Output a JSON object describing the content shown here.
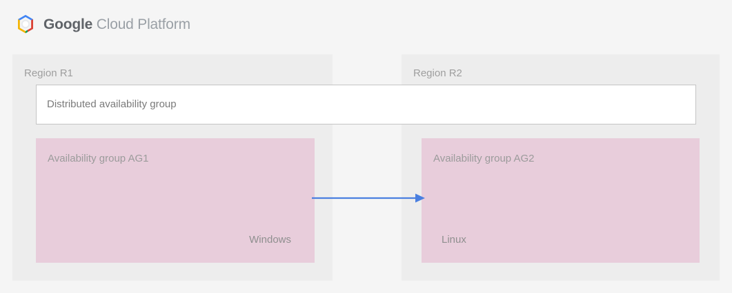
{
  "header": {
    "logo_icon": "google-cloud-platform-hexagon-logo",
    "brand_primary": "Google",
    "brand_secondary": "Cloud Platform",
    "logo_colors": {
      "blue": "#4285f4",
      "red": "#db4437",
      "yellow": "#f4b400",
      "green": "#0f9d58",
      "center": "#ffffff"
    }
  },
  "diagram": {
    "title_colors": {
      "panel_bg": "#ededed",
      "page_bg": "#f5f5f5",
      "availability_group_bg": "#e8cddb",
      "box_bg": "#ffffff",
      "box_border": "#c4c4c4",
      "arrow": "#4a7fe0",
      "label_text": "#9e9e9e"
    },
    "regions": [
      {
        "id": "r1",
        "label": "Region R1",
        "availability_group": {
          "title": "Availability group AG1",
          "os_label": "Windows"
        }
      },
      {
        "id": "r2",
        "label": "Region R2",
        "availability_group": {
          "title": "Availability group AG2",
          "os_label": "Linux"
        }
      }
    ],
    "distributed_group": {
      "label": "Distributed availability group"
    },
    "connector": {
      "name": "replication-arrow",
      "direction": "left-to-right",
      "from": "Availability group AG1",
      "to": "Availability group AG2",
      "color": "#4a7fe0"
    }
  }
}
